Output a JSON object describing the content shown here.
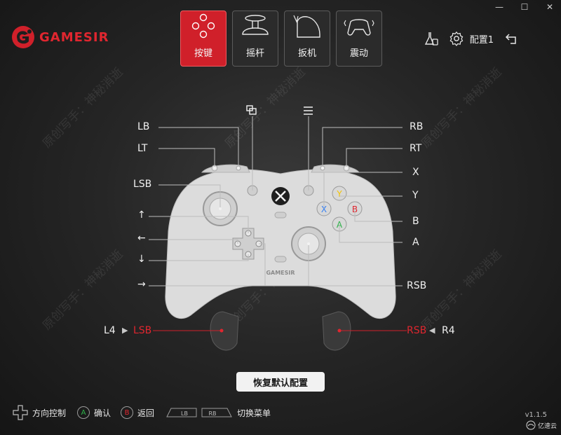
{
  "window": {
    "minimize": "—",
    "maximize": "☐",
    "close": "✕"
  },
  "brand": {
    "name": "GAMESIR"
  },
  "tabs": [
    {
      "label": "按键",
      "icon": "dpad-icon",
      "active": true
    },
    {
      "label": "摇杆",
      "icon": "joystick-icon",
      "active": false
    },
    {
      "label": "扳机",
      "icon": "trigger-icon",
      "active": false
    },
    {
      "label": "震动",
      "icon": "vibration-icon",
      "active": false
    }
  ],
  "header": {
    "profile": "配置1"
  },
  "mapping": {
    "lb": "LB",
    "lt": "LT",
    "lsb": "LSB",
    "rb": "RB",
    "rt": "RT",
    "x": "X",
    "y": "Y",
    "b": "B",
    "a": "A",
    "rsb": "RSB",
    "up": "↑",
    "left": "←",
    "down": "↓",
    "right": "→",
    "l4": "L4",
    "l4_value": "LSB",
    "r4": "R4",
    "r4_value": "RSB"
  },
  "restore_button": "恢复默认配置",
  "footer": {
    "dpad": "方向控制",
    "a_key": "A",
    "a_label": "确认",
    "b_key": "B",
    "b_label": "返回",
    "lb": "LB",
    "rb": "RB",
    "switch_label": "切换菜单"
  },
  "version": "v1.1.5",
  "corner_logo": "亿速云",
  "watermark": "原创写手：神秘消逝",
  "colors": {
    "accent": "#d0202a",
    "xbox_x": "#2f7df6",
    "xbox_y": "#f5c400",
    "xbox_b": "#e0262f",
    "xbox_a": "#2fb24a"
  }
}
